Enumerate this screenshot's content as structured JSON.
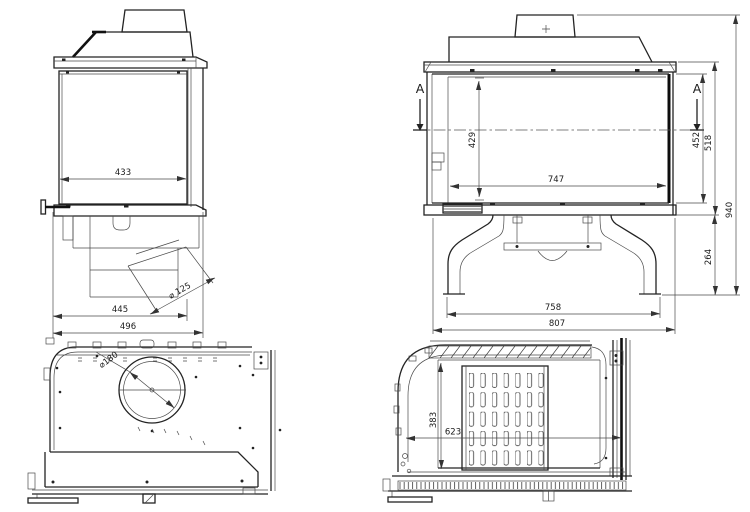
{
  "colors": {
    "background": "#ffffff",
    "line": "#2e2e2e"
  },
  "views": {
    "side": {
      "glass_width": "433",
      "firebox_width": "445",
      "total_depth": "496",
      "flue_diameter": "⌀ 125"
    },
    "front": {
      "section_left": "A",
      "section_right": "A",
      "glass_height": "429",
      "door_width": "747",
      "opening_height": "452",
      "body_height": "518",
      "total_height": "940",
      "base_height": "264",
      "base_width": "758",
      "total_width": "807"
    },
    "top": {
      "flue_diameter": "⌀180"
    },
    "section": {
      "grate_height": "383",
      "firebox_width": "623"
    }
  }
}
